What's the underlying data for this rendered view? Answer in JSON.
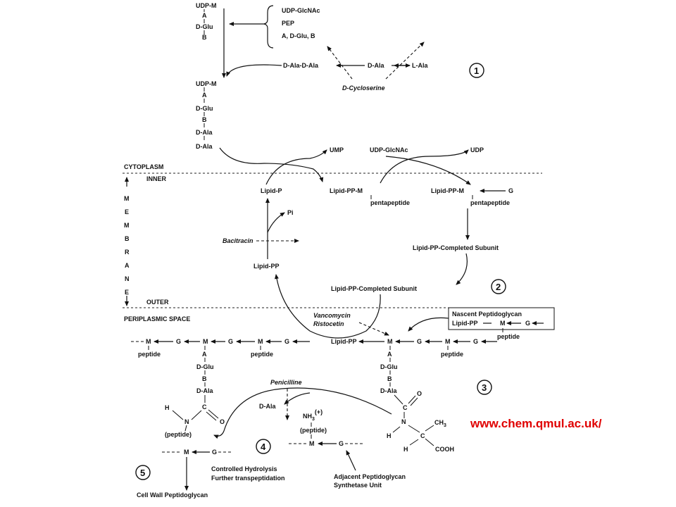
{
  "labels": {
    "udp_m": "UDP-M",
    "a": "A",
    "b": "B",
    "m": "M",
    "g": "G",
    "d_glu": "D-Glu",
    "d_ala": "D-Ala",
    "udp_glcnac": "UDP-GlcNAc",
    "pep": "PEP",
    "a_dglu_b": "A, D-Glu, B",
    "d_ala_d_ala": "D-Ala-D-Ala",
    "l_ala": "L-Ala",
    "d_cycloserine": "D-Cycloserine",
    "cytoplasm": "CYTOPLASM",
    "inner": "INNER",
    "outer": "OUTER",
    "periplasmic_space": "PERIPLASMIC SPACE",
    "membrane_letters": [
      "M",
      "E",
      "M",
      "B",
      "R",
      "A",
      "N",
      "E"
    ],
    "ump": "UMP",
    "udp": "UDP",
    "lipid_p": "Lipid-P",
    "lipid_pp_m": "Lipid-PP-M",
    "lipid_pp": "Lipid-PP",
    "pentapeptide": "pentapeptide",
    "pi": "Pi",
    "bacitracin": "Bacitracin",
    "lipid_pp_completed_subunit": "Lipid-PP-Completed Subunit",
    "vancomycin": "Vancomycin",
    "ristocetin": "Ristocetin",
    "nascent_peptidoglycan": "Nascent Peptidoglycan",
    "peptide": "peptide",
    "penicilline": "Penicilline",
    "h": "H",
    "n": "N",
    "c": "C",
    "o": "O",
    "ch3": "CH",
    "ch3_sub": "3",
    "cooh": "COOH",
    "nh3": "NH",
    "nh3_sub": "3",
    "nh3_charge": "(+)",
    "peptide_paren": "(peptide)",
    "peptide_paren_arrow": "(peptide)",
    "controlled_hydrolysis": "Controlled Hydrolysis",
    "further_transpeptidation": "Further transpeptidation",
    "adjacent_peptidoglycan": "Adjacent Peptidoglycan",
    "synthetase_unit": "Synthetase Unit",
    "cell_wall_peptidoglycan": "Cell Wall Peptidoglycan",
    "step_1": "1",
    "step_2": "2",
    "step_3": "3",
    "step_4": "4",
    "step_5": "5"
  },
  "watermark": "www.chem.qmul.ac.uk/",
  "colors": {
    "ink": "#111111",
    "watermark": "#e00000",
    "background": "#ffffff"
  }
}
